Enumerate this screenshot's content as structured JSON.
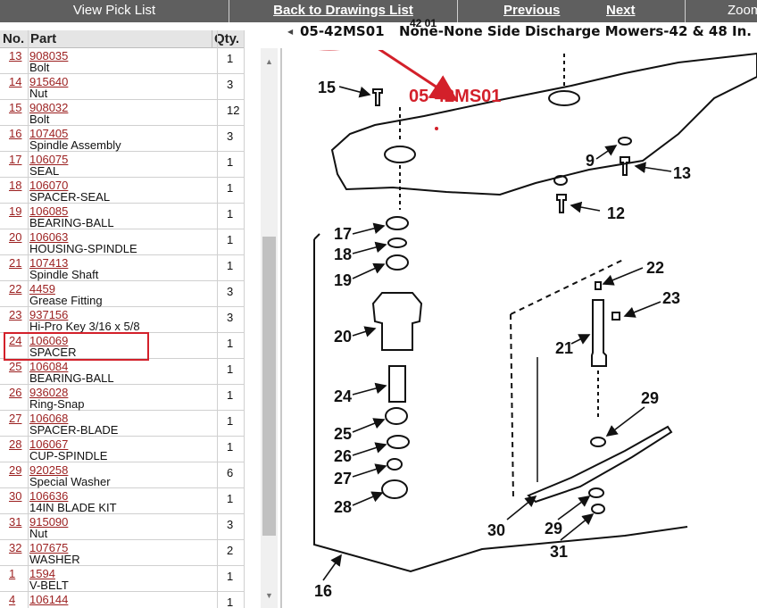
{
  "nav": {
    "view_pick_list": "View Pick List",
    "back": "Back to Drawings List",
    "previous": "Previous",
    "next": "Next",
    "zoom": "Zoom"
  },
  "list_header": {
    "no": "No.",
    "part": "Part",
    "qty": "Qty."
  },
  "parts": [
    {
      "no": "13",
      "part_number": "908035",
      "desc": "Bolt",
      "qty": "1"
    },
    {
      "no": "14",
      "part_number": "915640",
      "desc": "Nut",
      "qty": "3"
    },
    {
      "no": "15",
      "part_number": "908032",
      "desc": "Bolt",
      "qty": "12"
    },
    {
      "no": "16",
      "part_number": "107405",
      "desc": "Spindle Assembly",
      "qty": "3"
    },
    {
      "no": "17",
      "part_number": "106075",
      "desc": "SEAL",
      "qty": "1"
    },
    {
      "no": "18",
      "part_number": "106070",
      "desc": "SPACER-SEAL",
      "qty": "1"
    },
    {
      "no": "19",
      "part_number": "106085",
      "desc": "BEARING-BALL",
      "qty": "1"
    },
    {
      "no": "20",
      "part_number": "106063",
      "desc": "HOUSING-SPINDLE",
      "qty": "1"
    },
    {
      "no": "21",
      "part_number": "107413",
      "desc": "Spindle Shaft",
      "qty": "1"
    },
    {
      "no": "22",
      "part_number": "4459",
      "desc": "Grease Fitting",
      "qty": "3"
    },
    {
      "no": "23",
      "part_number": "937156",
      "desc": "Hi-Pro Key 3/16 x 5/8",
      "qty": "3"
    },
    {
      "no": "24",
      "part_number": "106069",
      "desc": "SPACER",
      "qty": "1"
    },
    {
      "no": "25",
      "part_number": "106084",
      "desc": "BEARING-BALL",
      "qty": "1"
    },
    {
      "no": "26",
      "part_number": "936028",
      "desc": "Ring-Snap",
      "qty": "1"
    },
    {
      "no": "27",
      "part_number": "106068",
      "desc": "SPACER-BLADE",
      "qty": "1"
    },
    {
      "no": "28",
      "part_number": "106067",
      "desc": "CUP-SPINDLE",
      "qty": "1"
    },
    {
      "no": "29",
      "part_number": "920258",
      "desc": "Special Washer",
      "qty": "6"
    },
    {
      "no": "30",
      "part_number": "106636",
      "desc": "14IN BLADE KIT",
      "qty": "1"
    },
    {
      "no": "31",
      "part_number": "915090",
      "desc": "Nut",
      "qty": "3"
    },
    {
      "no": "32",
      "part_number": "107675",
      "desc": "WASHER",
      "qty": "2"
    },
    {
      "no": "1",
      "part_number": "1594",
      "desc": "V-BELT",
      "qty": "1"
    },
    {
      "no": "4",
      "part_number": "106144",
      "desc": "",
      "qty": "1"
    }
  ],
  "drawing": {
    "code": "05-42MS01",
    "description": "None-None Side Discharge Mowers-42 & 48 In.",
    "subtitle_fragment": "42    01",
    "annotation": "05-42MS01",
    "callouts": [
      "15",
      "9",
      "13",
      "12",
      "17",
      "18",
      "19",
      "20",
      "22",
      "23",
      "21",
      "24",
      "25",
      "26",
      "27",
      "28",
      "29",
      "30",
      "29",
      "31",
      "16"
    ]
  },
  "colors": {
    "nav_bg": "#5f5f5f",
    "link": "#9b1f1f",
    "highlight": "#d3202a"
  }
}
